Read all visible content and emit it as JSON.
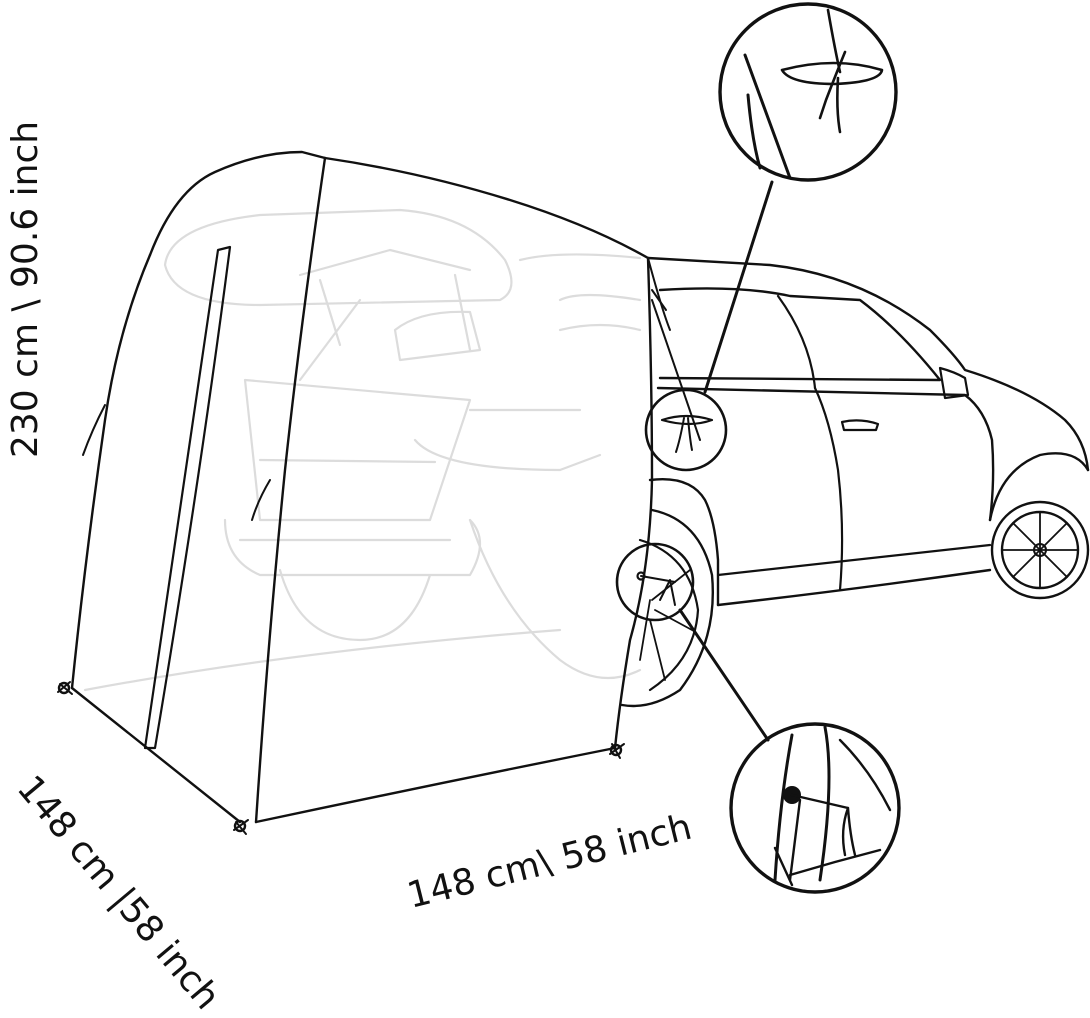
{
  "labels": {
    "height": "230 cm  \\ 90.6 inch",
    "depth": "148 cm |58 inch",
    "width": "148 cm\\ 58 inch"
  },
  "colors": {
    "ink": "#111111",
    "ghost": "#dcdcdc",
    "background": "#ffffff"
  },
  "details": [
    {
      "name": "top-zoom",
      "depicts": "roof toggle strap"
    },
    {
      "name": "bottom-zoom",
      "depicts": "wheel hook strap"
    }
  ]
}
